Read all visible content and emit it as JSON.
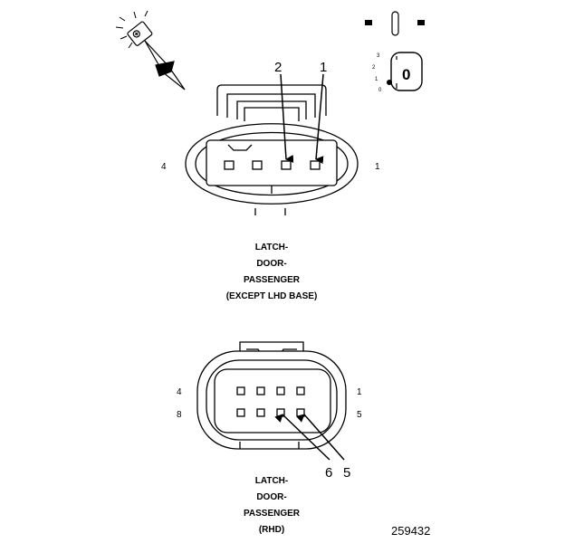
{
  "top_connector": {
    "callouts": [
      "2",
      "1"
    ],
    "pin_left": "4",
    "pin_right": "1",
    "caption": [
      "LATCH-",
      "DOOR-",
      "PASSENGER",
      "(EXCEPT LHD BASE)"
    ]
  },
  "bottom_connector": {
    "pins_left": [
      "4",
      "8"
    ],
    "pins_right": [
      "1",
      "5"
    ],
    "callouts": [
      "6",
      "5"
    ],
    "caption": [
      "LATCH-",
      "DOOR-",
      "PASSENGER",
      "(RHD)"
    ]
  },
  "ignition_symbol": {
    "positions": [
      "3",
      "2",
      "1",
      "0"
    ],
    "key_label": "0"
  },
  "figure_number": "259432",
  "icons": [
    "test-probe-icon",
    "ignition-key-icon"
  ]
}
